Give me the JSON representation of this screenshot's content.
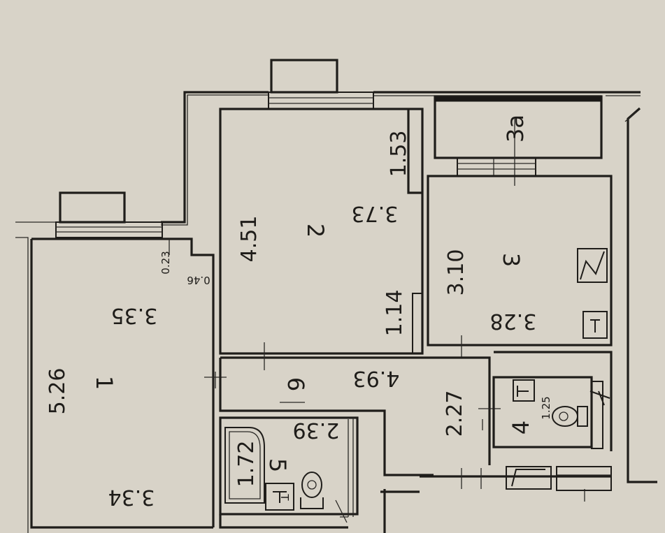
{
  "floor_plan": {
    "rooms": [
      {
        "id": "1",
        "label": "1",
        "dimensions": [
          "5.26",
          "3.35",
          "3.34"
        ]
      },
      {
        "id": "2",
        "label": "2",
        "dimensions": [
          "4.51",
          "3.73",
          "1.53",
          "1.14"
        ]
      },
      {
        "id": "3",
        "label": "3",
        "dimensions": [
          "3.10",
          "3.28"
        ]
      },
      {
        "id": "3a",
        "label": "3a",
        "dimensions": []
      },
      {
        "id": "4",
        "label": "4",
        "dimensions": [
          "1.25"
        ]
      },
      {
        "id": "5",
        "label": "5",
        "dimensions": [
          "1.72",
          "2.39"
        ]
      },
      {
        "id": "6",
        "label": "6",
        "dimensions": [
          "4.93",
          "2.27"
        ]
      }
    ],
    "wall_notes": [
      "0.23",
      "0.46"
    ],
    "fixtures": {
      "stove_letter": "Т",
      "heater_letter": "Т"
    }
  }
}
